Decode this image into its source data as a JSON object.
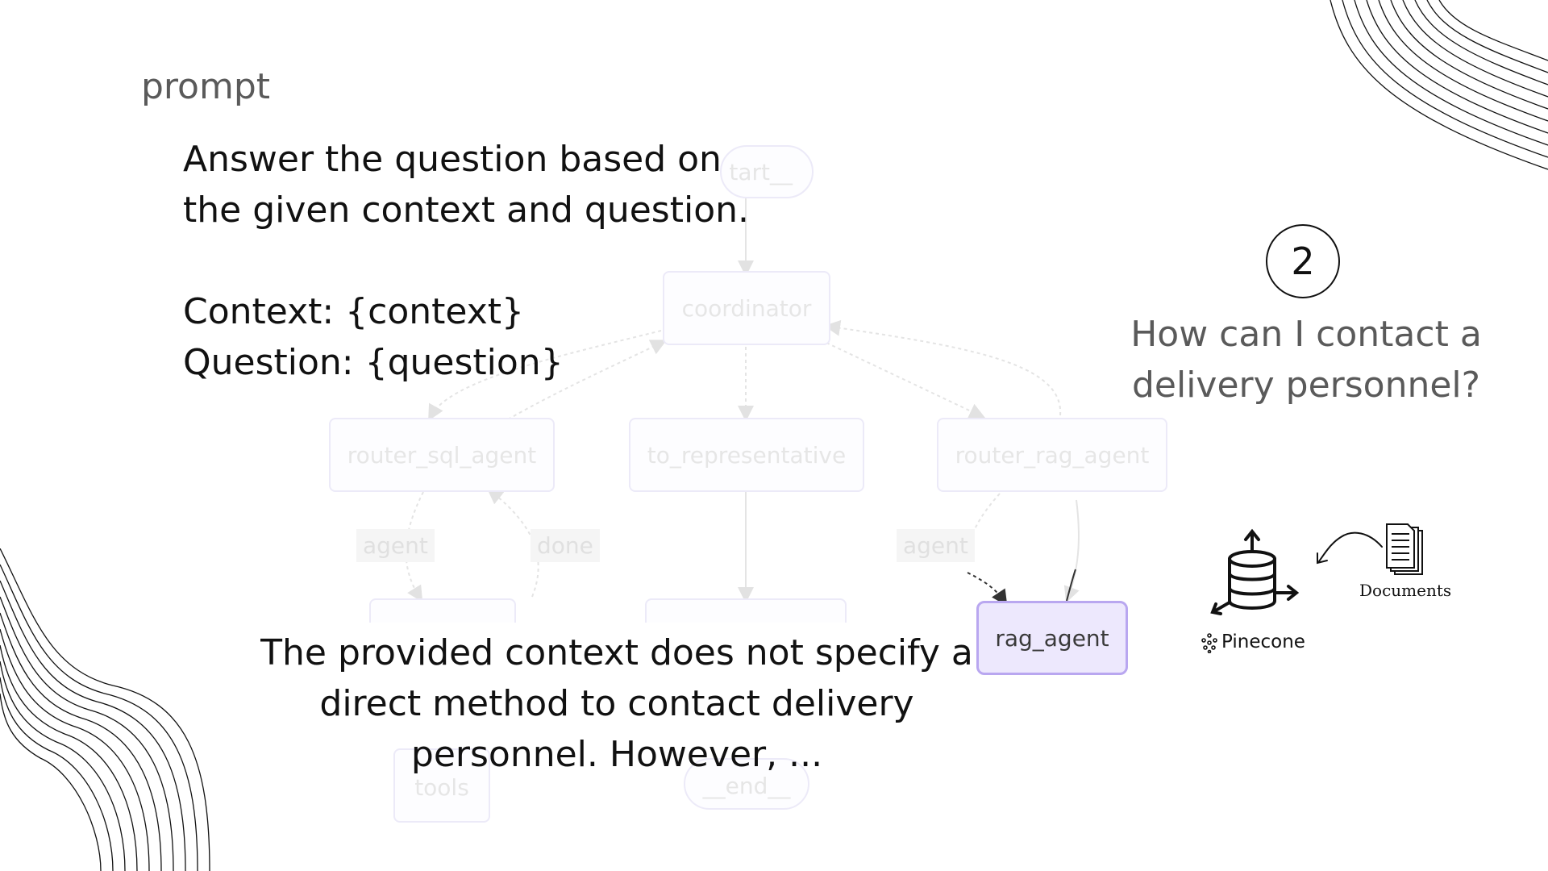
{
  "prompt": {
    "label": "prompt",
    "body": "Answer the question based on\nthe given context and question.\n\nContext: {context}\nQuestion: {question}"
  },
  "graph": {
    "nodes": {
      "start": "tart__",
      "coordinator": "coordinator",
      "router_sql_agent": "router_sql_agent",
      "to_representative": "to_representative",
      "router_rag_agent": "router_rag_agent",
      "rag_agent": "rag_agent",
      "tools": "tools",
      "end": "__end__"
    },
    "edge_labels": {
      "sql_agent": "agent",
      "sql_done": "done",
      "rag_agent": "agent"
    }
  },
  "step": {
    "number": "2",
    "question": "How can I contact a delivery personnel?"
  },
  "answer": "The provided context does not specify a direct method to contact delivery personnel. However, ...",
  "retrieval": {
    "vector_store_label": "Pinecone",
    "documents_label": "Documents"
  },
  "colors": {
    "active_node_fill": "#ede8fd",
    "active_node_border": "#b9a7f0"
  }
}
